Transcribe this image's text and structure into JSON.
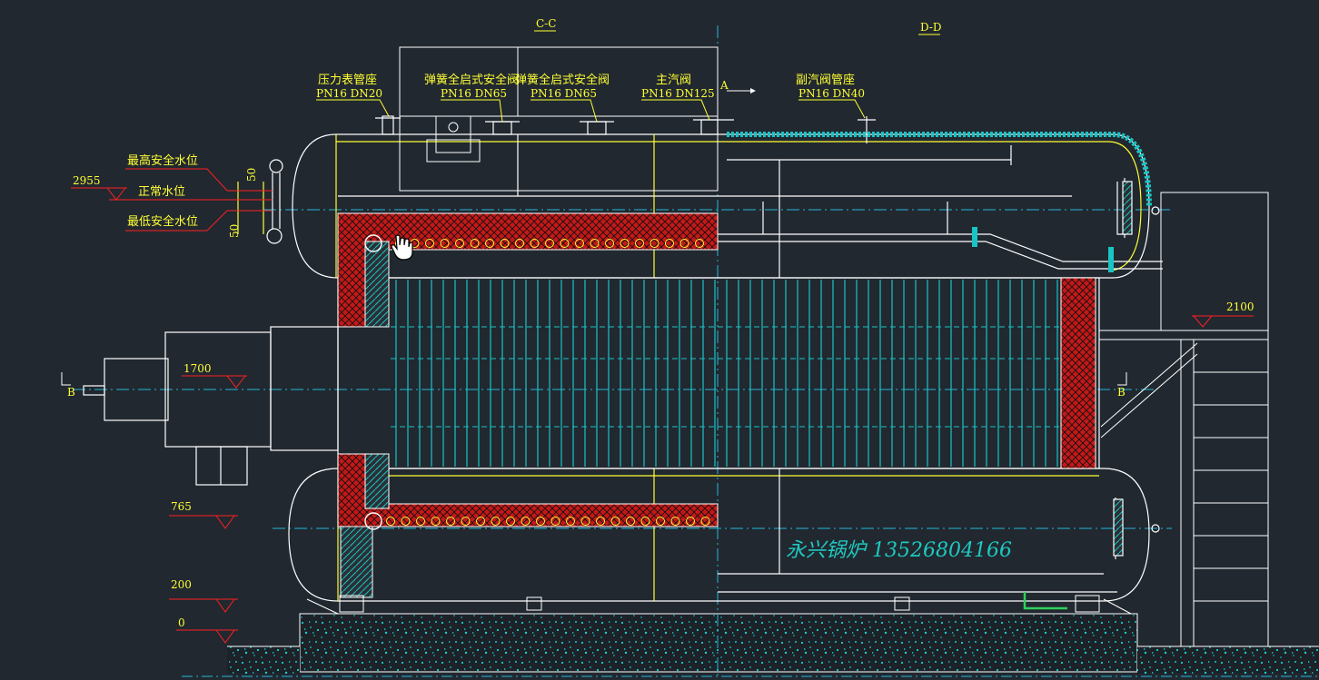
{
  "section_labels": {
    "left": "C-C",
    "right": "D-D",
    "cut_a": "A",
    "cut_b_left": "B",
    "cut_b_right": "B"
  },
  "callouts": [
    {
      "title": "压力表管座",
      "spec": "PN16  DN20"
    },
    {
      "title": "弹簧全启式安全阀",
      "spec": "PN16  DN65"
    },
    {
      "title": "弹簧全启式安全阀",
      "spec": "PN16  DN65"
    },
    {
      "title": "主汽阀",
      "spec": "PN16  DN125"
    },
    {
      "title": "副汽阀管座",
      "spec": "PN16  DN40"
    }
  ],
  "water_levels": {
    "highest": "最高安全水位",
    "normal": "正常水位",
    "lowest": "最低安全水位"
  },
  "elevations": {
    "e2955": "2955",
    "e1700": "1700",
    "e765": "765",
    "e200": "200",
    "e0": "0",
    "e2100": "2100"
  },
  "small_dims": {
    "upper": "50",
    "lower": "50"
  },
  "watermark": "永兴锅炉 13526804166",
  "colors": {
    "background": "#212830",
    "line": "#ffffff",
    "center": "#22b8d8",
    "text": "#ffff33",
    "refractory": "#c41818",
    "leader": "#ff2020"
  },
  "icons": {
    "cursor": "hand-cursor-icon"
  }
}
